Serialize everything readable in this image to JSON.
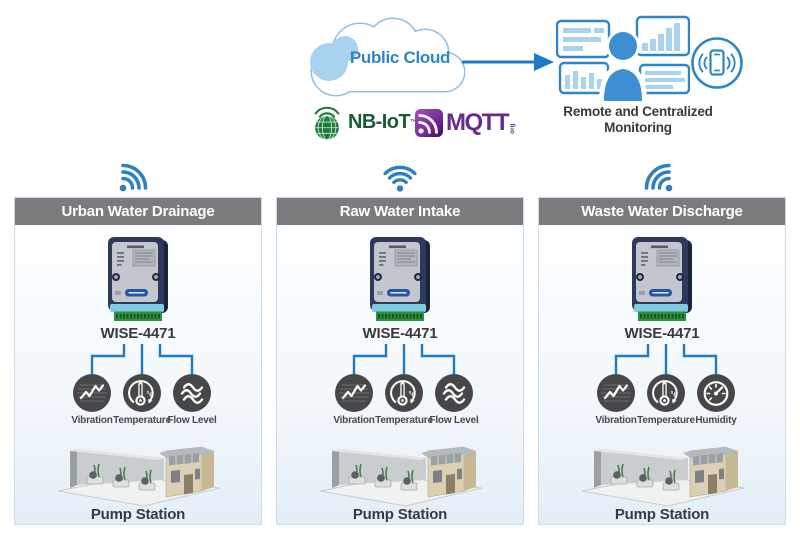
{
  "cloud": {
    "label": "Public Cloud"
  },
  "monitoring": {
    "label": "Remote and Centralized Monitoring"
  },
  "protocols": {
    "nbiot": {
      "label": "NB-IoT",
      "trademark": "™"
    },
    "mqtt": {
      "label": "MQTT",
      "suffix": "org"
    }
  },
  "panels": [
    {
      "title": "Urban Water Drainage",
      "device_label": "WISE-4471",
      "sensors": [
        {
          "label": "Vibration"
        },
        {
          "label": "Temperature"
        },
        {
          "label": "Flow Level"
        }
      ],
      "station_label": "Pump Station"
    },
    {
      "title": "Raw Water Intake",
      "device_label": "WISE-4471",
      "sensors": [
        {
          "label": "Vibration"
        },
        {
          "label": "Temperature"
        },
        {
          "label": "Flow Level"
        }
      ],
      "station_label": "Pump Station"
    },
    {
      "title": "Waste Water Discharge",
      "device_label": "WISE-4471",
      "sensors": [
        {
          "label": "Vibration"
        },
        {
          "label": "Temperature"
        },
        {
          "label": "Humidity"
        }
      ],
      "station_label": "Pump Station"
    }
  ],
  "colors": {
    "accent_blue": "#1f7ac5",
    "light_blue": "#a9d2ee",
    "header_gray": "#7b7b7d",
    "sensor_icon_dark": "#47474a",
    "nbiot_green": "#1e7a3c",
    "mqtt_purple": "#662d91",
    "panel_background": "#eaf3fa",
    "panel_border": "#c9ddee"
  }
}
